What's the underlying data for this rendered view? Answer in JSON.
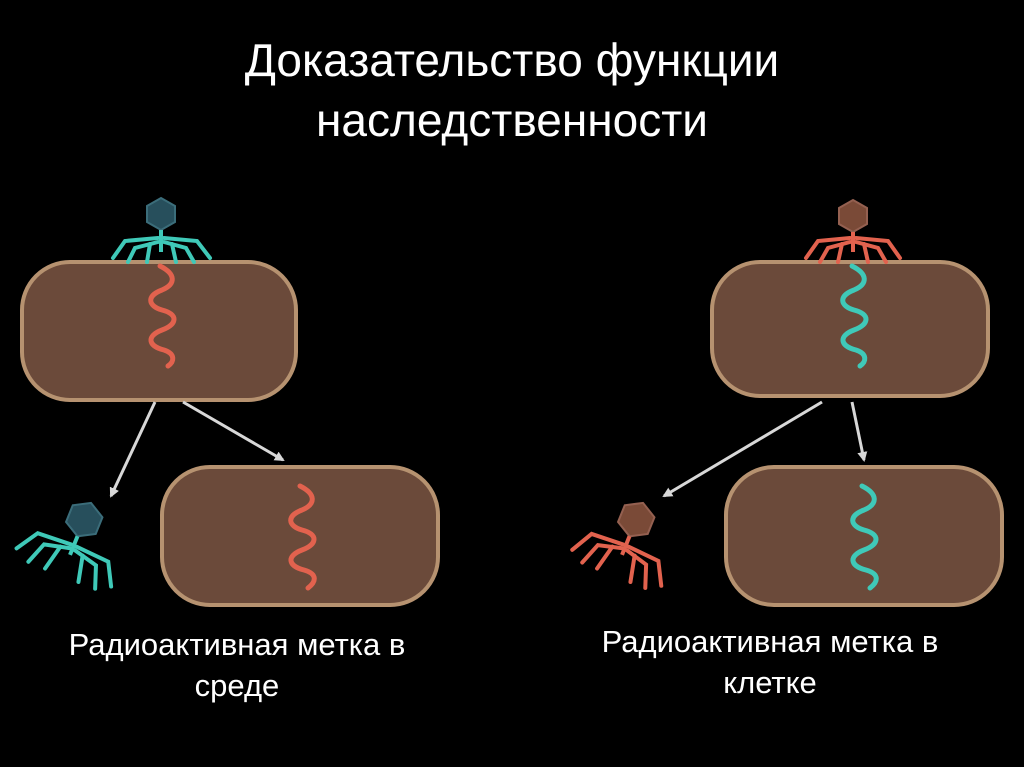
{
  "title": {
    "line1": "Доказательство функции",
    "line2": "наследственности"
  },
  "captions": {
    "left": {
      "line1": "Радиоактивная метка в",
      "line2": "среде"
    },
    "right": {
      "line1": "Радиоактивная метка в",
      "line2": "клетке"
    }
  },
  "colors": {
    "background": "#000000",
    "cell_fill": "#6b4a3a",
    "cell_border": "#b69270",
    "red_label": "#e2624e",
    "cyan_label": "#3fc9b8",
    "phage_head_blue": "#274f5c",
    "phage_head_brown": "#7a4a37",
    "arrow": "#d8d8d8"
  },
  "diagram": {
    "left_experiment": {
      "phage_head": "phage-head-blue",
      "phage_legs": "cyan",
      "dna": "red"
    },
    "right_experiment": {
      "phage_head": "phage-head-brown",
      "phage_legs": "red",
      "dna": "cyan"
    }
  }
}
